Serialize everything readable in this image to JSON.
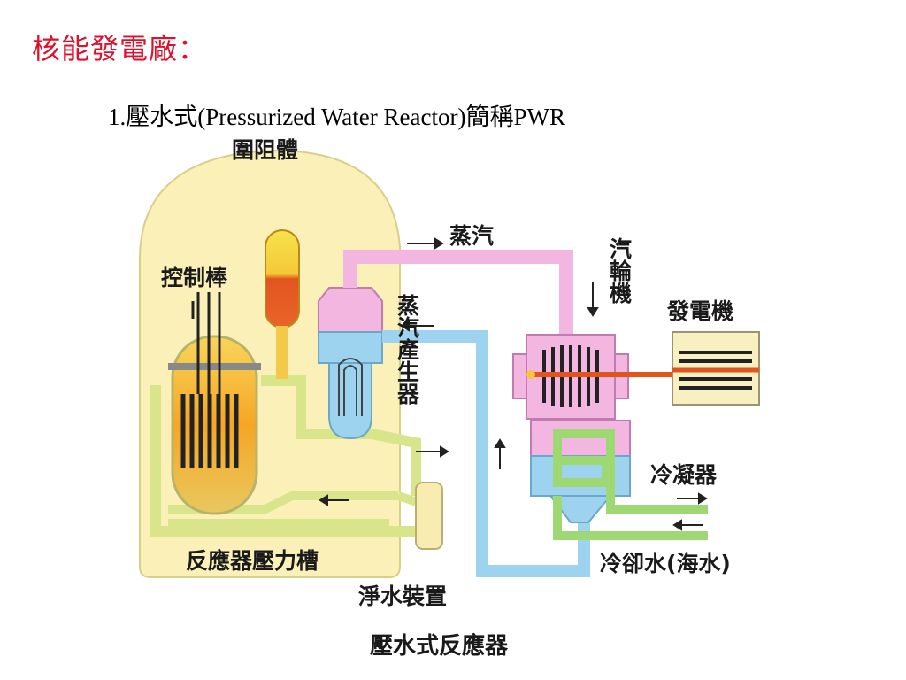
{
  "slide": {
    "title": "核能發電廠：",
    "subtitle": "1.壓水式(Pressurized Water Reactor)簡稱PWR"
  },
  "diagram": {
    "caption": "壓水式反應器",
    "labels": {
      "containment": "圍阻體",
      "control_rods": "控制棒",
      "steam": "蒸汽",
      "steam_generator": "蒸汽產生器",
      "turbine": "汽輪機",
      "generator": "發電機",
      "condenser": "冷凝器",
      "cooling_water": "冷卻水(海水)",
      "pressurizer": "反應器壓力槽",
      "water_purifier": "淨水裝置"
    }
  },
  "colors": {
    "title": "#e0102a",
    "containment_fill": "#fbf0b8",
    "primary_loop": "#d8e58a",
    "steam_pipe": "#f2b6e0",
    "feedwater_pipe": "#9ed3f0",
    "cooling_pipe": "#9ed873",
    "reactor_core": "#f6a623"
  }
}
